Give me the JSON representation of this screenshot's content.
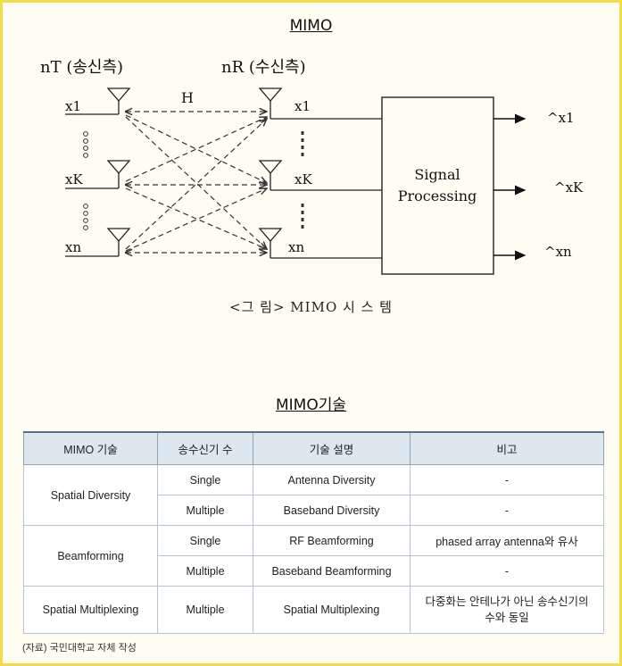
{
  "diagram": {
    "title": "MIMO",
    "tx_label": "nT (송신측)",
    "rx_label": "nR (수신측)",
    "channel_label": "H",
    "tx_inputs": [
      "x1",
      "xK",
      "xn"
    ],
    "rx_nodes": [
      "x1",
      "xK",
      "xn"
    ],
    "processor_lines": [
      "Signal",
      "Processing"
    ],
    "outputs": [
      "^x1",
      "^xK",
      "^xn"
    ],
    "caption": "<그 림>  MIMO  시 스 템"
  },
  "table": {
    "title": "MIMO기술",
    "headers": [
      "MIMO 기술",
      "송수신기 수",
      "기술 설명",
      "비고"
    ],
    "rows": [
      {
        "tech": "Spatial Diversity",
        "count": "Single",
        "desc": "Antenna Diversity",
        "note": "-"
      },
      {
        "tech": "",
        "count": "Multiple",
        "desc": "Baseband Diversity",
        "note": "-"
      },
      {
        "tech": "Beamforming",
        "count": "Single",
        "desc": "RF Beamforming",
        "note": "phased array antenna와 유사"
      },
      {
        "tech": "",
        "count": "Multiple",
        "desc": "Baseband Beamforming",
        "note": "-"
      },
      {
        "tech": "Spatial Multiplexing",
        "count": "Multiple",
        "desc": "Spatial Multiplexing",
        "note_line1": "다중화는 안테나가 아닌 송수신기의",
        "note_line2": "수와 동일"
      }
    ],
    "source": "(자료) 국민대학교 자체 작성"
  }
}
